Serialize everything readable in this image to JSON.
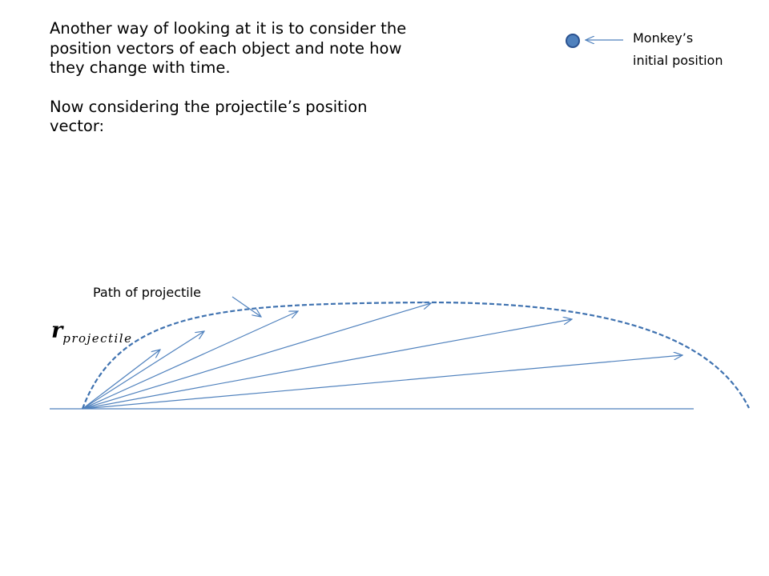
{
  "text": {
    "paragraph1": "Another way of looking at it is to consider the position vectors of each object and note how they change with time.",
    "paragraph2": "Now considering the projectile’s position vector:"
  },
  "labels": {
    "monkey_line1": "Monkey’s",
    "monkey_line2": "initial position",
    "path": "Path of projectile",
    "vector_symbol": "r",
    "vector_subscript": "projectile"
  },
  "colors": {
    "line": "#4f81bd",
    "trajectory": "#3f72b0",
    "monkey_fill": "#4f81bd",
    "monkey_stroke": "#2a5290"
  }
}
